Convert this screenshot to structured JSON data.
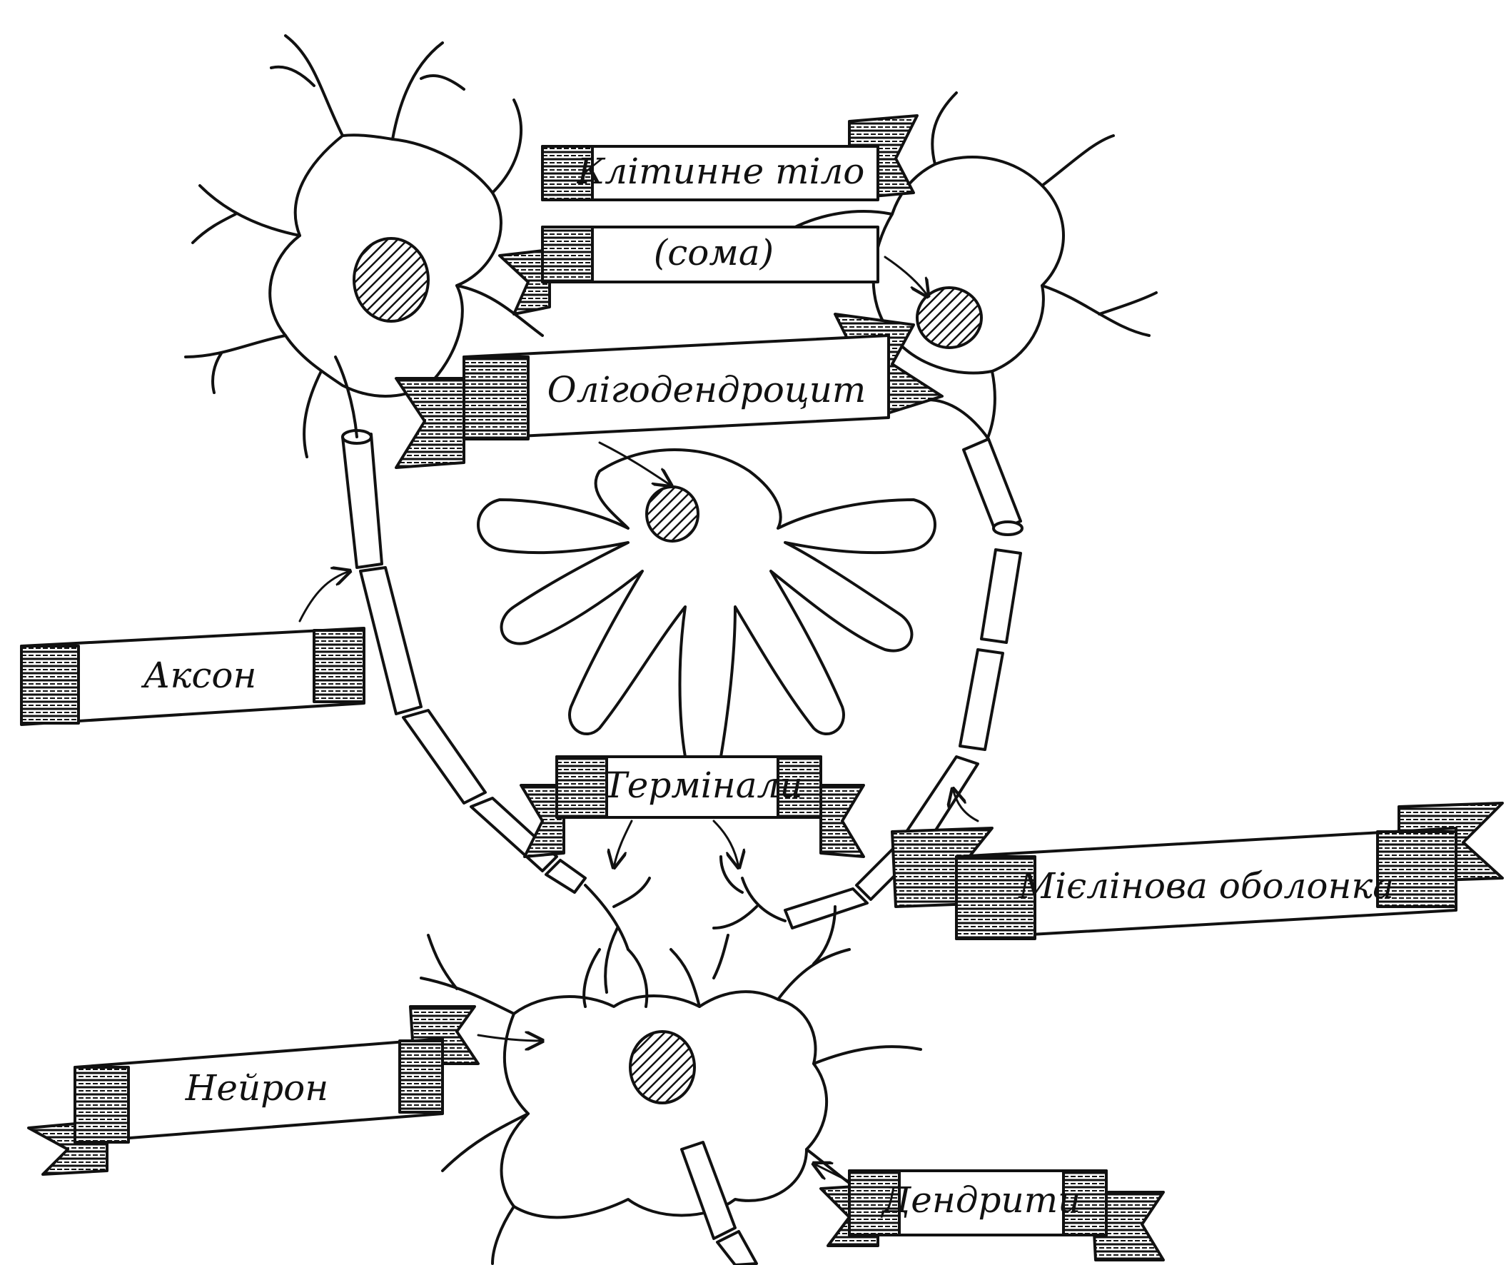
{
  "labels": {
    "cell_body_line1": "Клітинне тіло",
    "cell_body_line2": "(сома)",
    "oligodendrocyte": "Олігодендроцит",
    "axon": "Аксон",
    "terminals": "Термінали",
    "myelin_sheath": "Мієлінова оболонка",
    "neuron": "Нейрон",
    "dendrites": "Дендрити"
  },
  "colors": {
    "ink": "#111111",
    "paper": "#ffffff"
  }
}
